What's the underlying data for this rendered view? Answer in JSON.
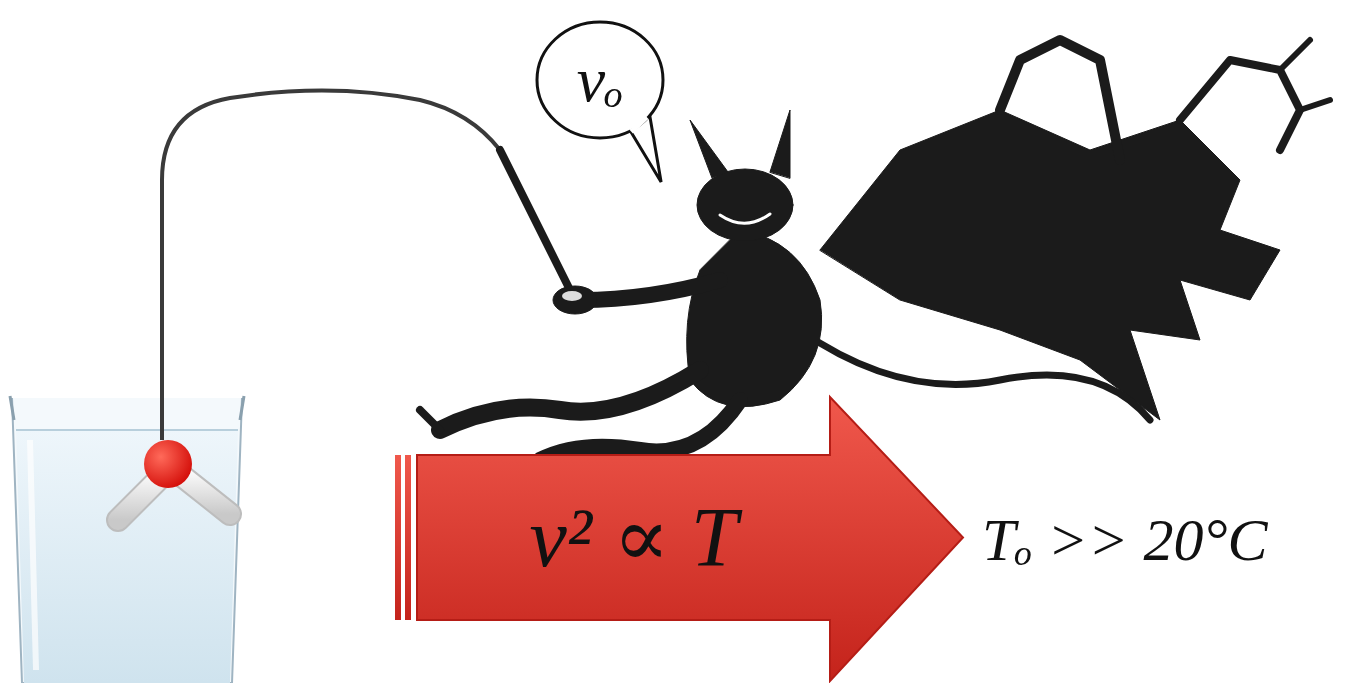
{
  "diagram": {
    "nodes": [
      {
        "text": [
          "vₒ"
        ]
      },
      {
        "text": [
          "v² ∝ T"
        ]
      }
    ],
    "labels": [
      "Tₒ >> 20°C"
    ]
  }
}
